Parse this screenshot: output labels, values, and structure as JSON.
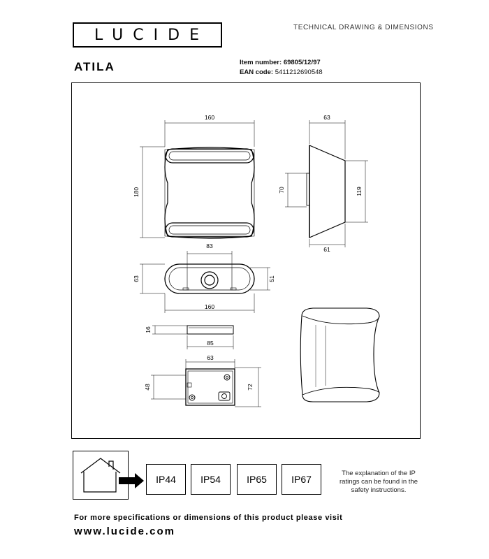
{
  "header": {
    "brand": "LUCIDE",
    "title": "TECHNICAL DRAWING & DIMENSIONS"
  },
  "product": {
    "name": "ATILA",
    "item_label": "Item number:",
    "item_value": "69805/12/97",
    "ean_label": "EAN code:",
    "ean_value": "5411212690548"
  },
  "dimensions": {
    "front_width": "160",
    "front_height": "180",
    "side_top_depth": "63",
    "side_mount_height": "70",
    "side_total_height": "119",
    "side_bottom_depth": "61",
    "top_inner_width": "83",
    "top_depth": "63",
    "top_inner_depth": "51",
    "top_width": "160",
    "plate_height": "16",
    "plate_width": "85",
    "box_width": "63",
    "box_inner_height": "48",
    "box_height": "72"
  },
  "ip_ratings": [
    "IP44",
    "IP54",
    "IP65",
    "IP67"
  ],
  "ip_note": "The explanation of the IP ratings can be found in the safety instructions.",
  "footer": {
    "more_specs": "For more specifications or dimensions of this product please visit",
    "website": "www.lucide.com"
  },
  "icons": [
    "house-icon",
    "arrow-right-icon"
  ]
}
